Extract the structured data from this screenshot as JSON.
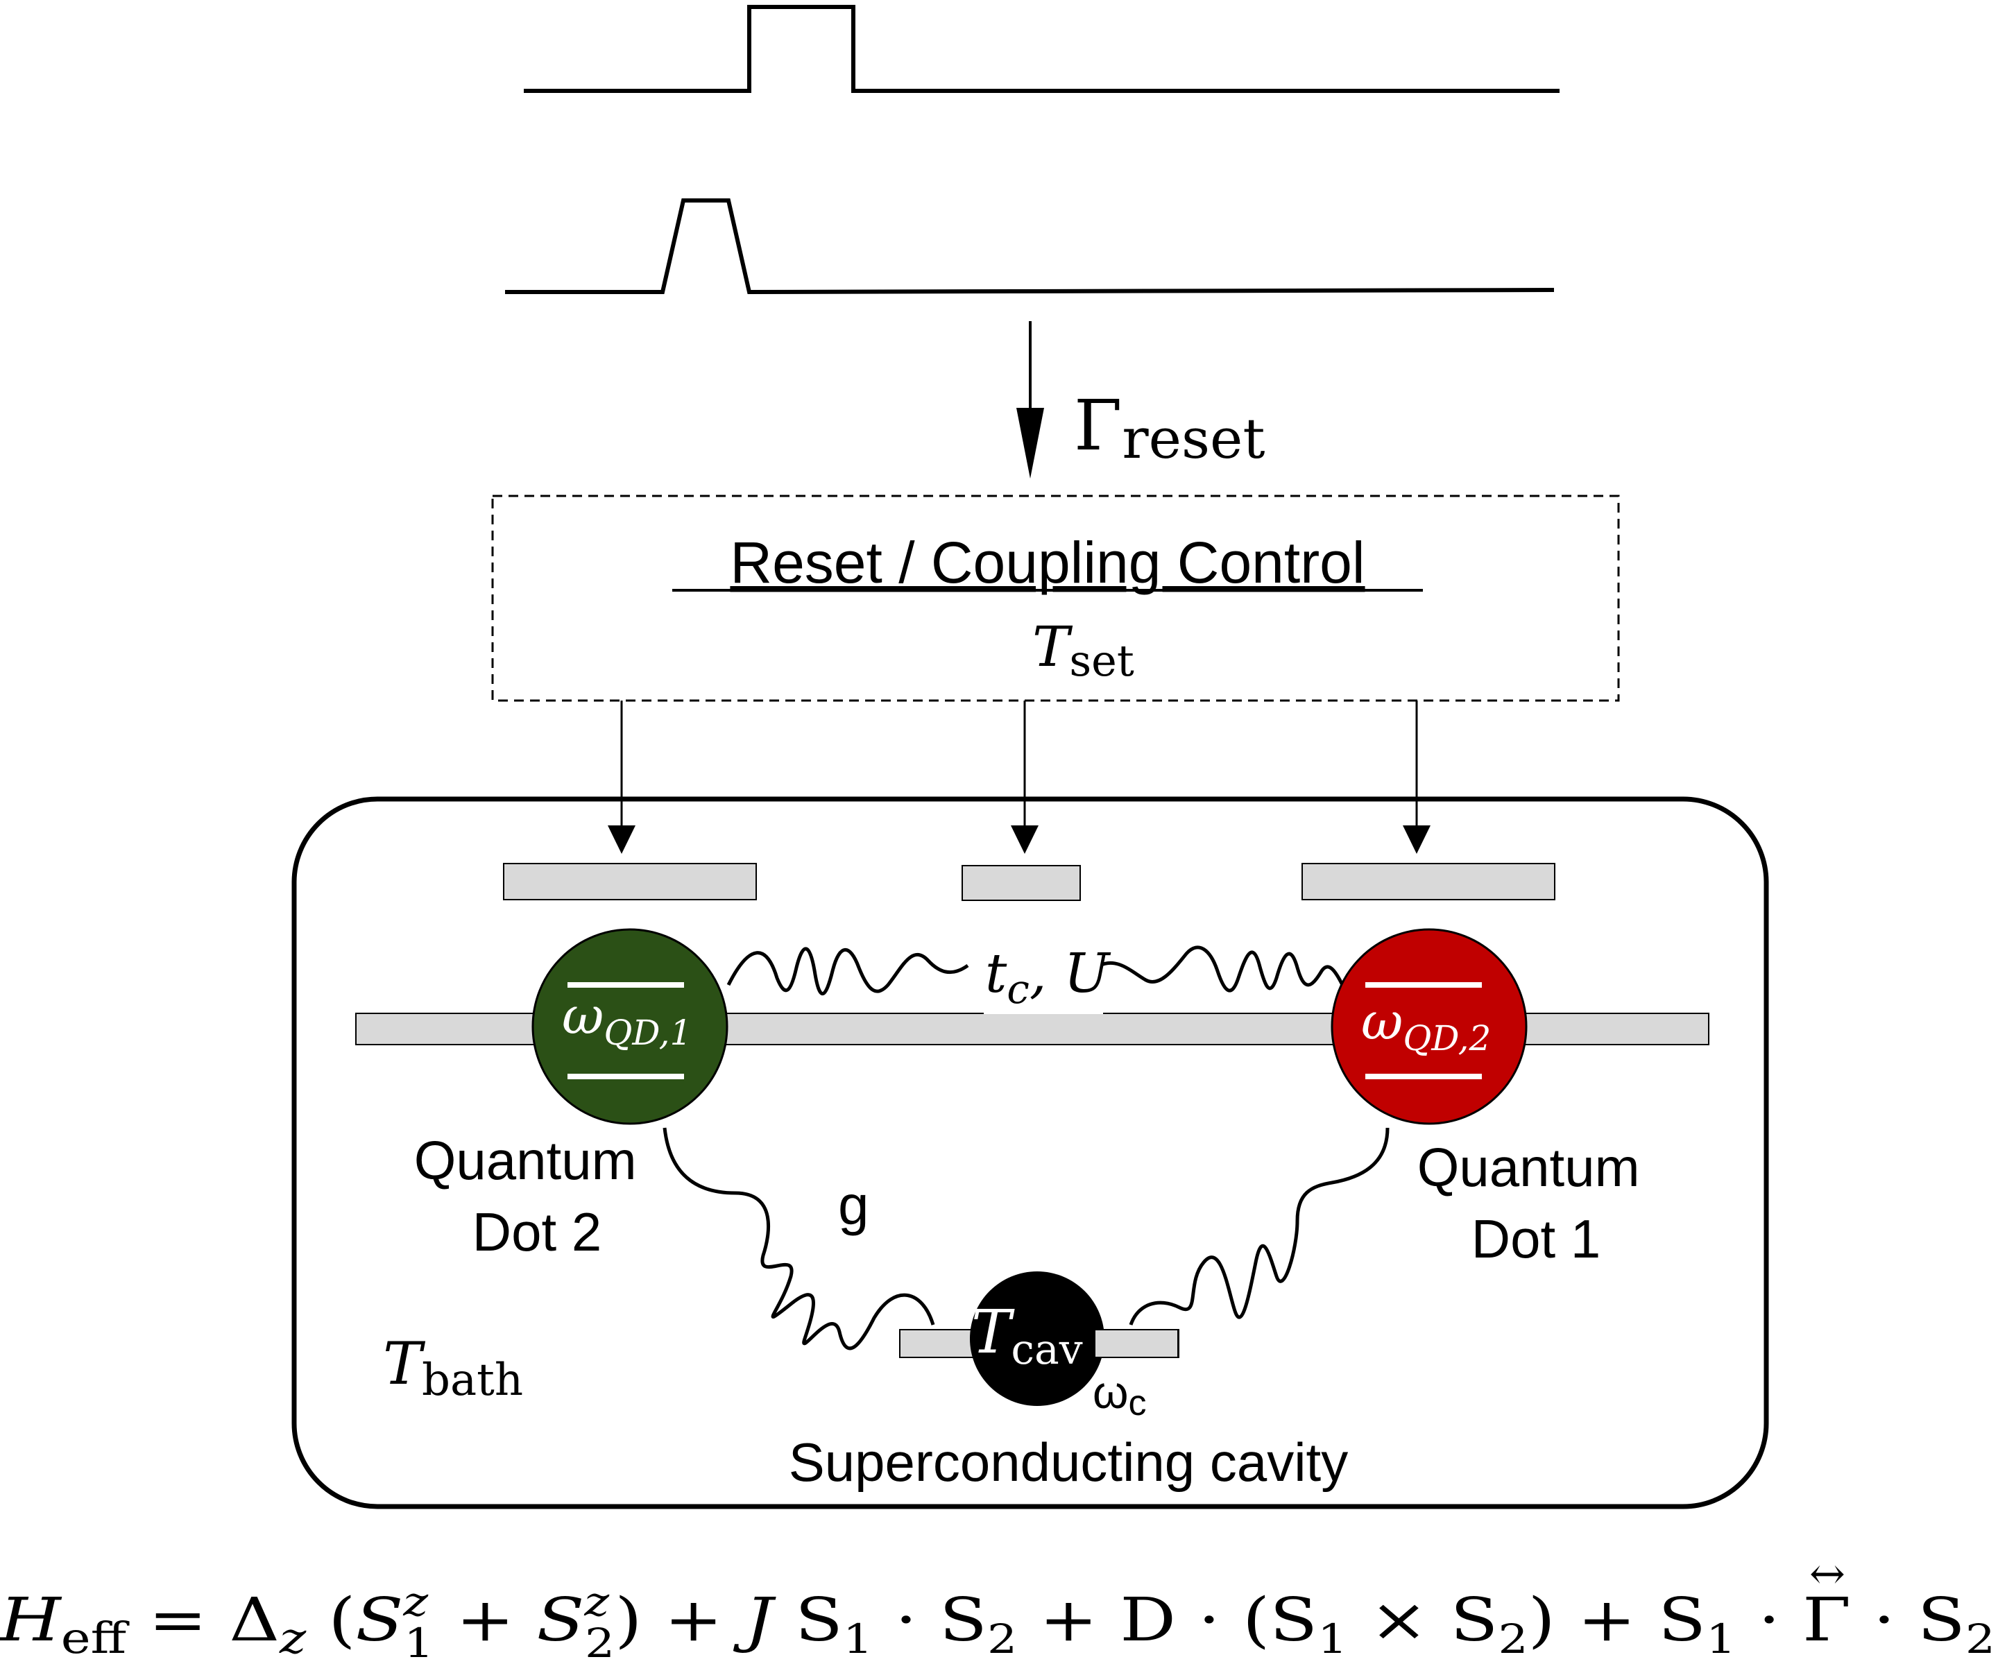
{
  "pulses": {
    "top": "square-pulse",
    "bottom": "trapezoid-pulse"
  },
  "reset_rate": {
    "symbol": "Γ",
    "subscript": "reset"
  },
  "control_box": {
    "title": "Reset / Coupling Control",
    "temp_symbol": "T",
    "temp_subscript": "set"
  },
  "tunnel_coupling": {
    "t": "t",
    "t_sub": "c",
    "sep": ", ",
    "u": "U"
  },
  "dot_left": {
    "omega": "ω",
    "sub": "QD,1",
    "label_line1": "Quantum",
    "label_line2": "Dot 2",
    "color": "#2b5016"
  },
  "dot_right": {
    "omega": "ω",
    "sub": "QD,2",
    "label_line1": "Quantum",
    "label_line2": "Dot 1",
    "color": "#c00000"
  },
  "coupling_g": "g",
  "cavity": {
    "temp_symbol": "T",
    "temp_subscript": "cav",
    "freq": "ω",
    "freq_sub": "c",
    "label": "Superconducting cavity",
    "color": "#000000"
  },
  "bath": {
    "symbol": "T",
    "subscript": "bath"
  },
  "hamiltonian": {
    "h": "H",
    "h_sub": "eff",
    "eq": " = ",
    "delta": "Δ",
    "delta_sub": "z",
    "open": " (",
    "s": "S",
    "s_sup": "z",
    "sub1": "1",
    "sub2": "2",
    "plus": " + ",
    "close": ") + ",
    "j": "J",
    "sp": " ",
    "S": "S",
    "dot": " · ",
    "plus2": " + ",
    "d": "D",
    "open2": "(",
    "times": " × ",
    "close2": ") + ",
    "gamma": "Γ",
    "gamma_accent": "↔"
  }
}
